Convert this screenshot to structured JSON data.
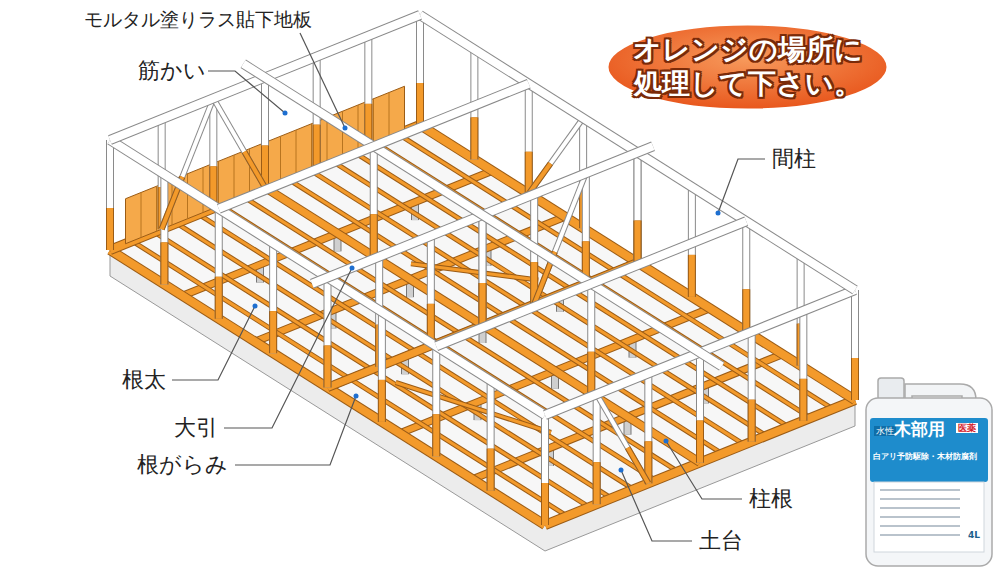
{
  "diagram": {
    "nodes": [
      {
        "text": [
          "オレンジの場所に 処理して下さい。"
        ]
      }
    ],
    "labels": [
      "モルタル塗りラス貼下地板",
      "筋かい",
      "間柱",
      "根太",
      "大引",
      "根がらみ",
      "柱根",
      "土台",
      "水性",
      "木部用",
      "医薬",
      "白アリ予防駆除・木材防腐剤",
      "4L"
    ]
  }
}
